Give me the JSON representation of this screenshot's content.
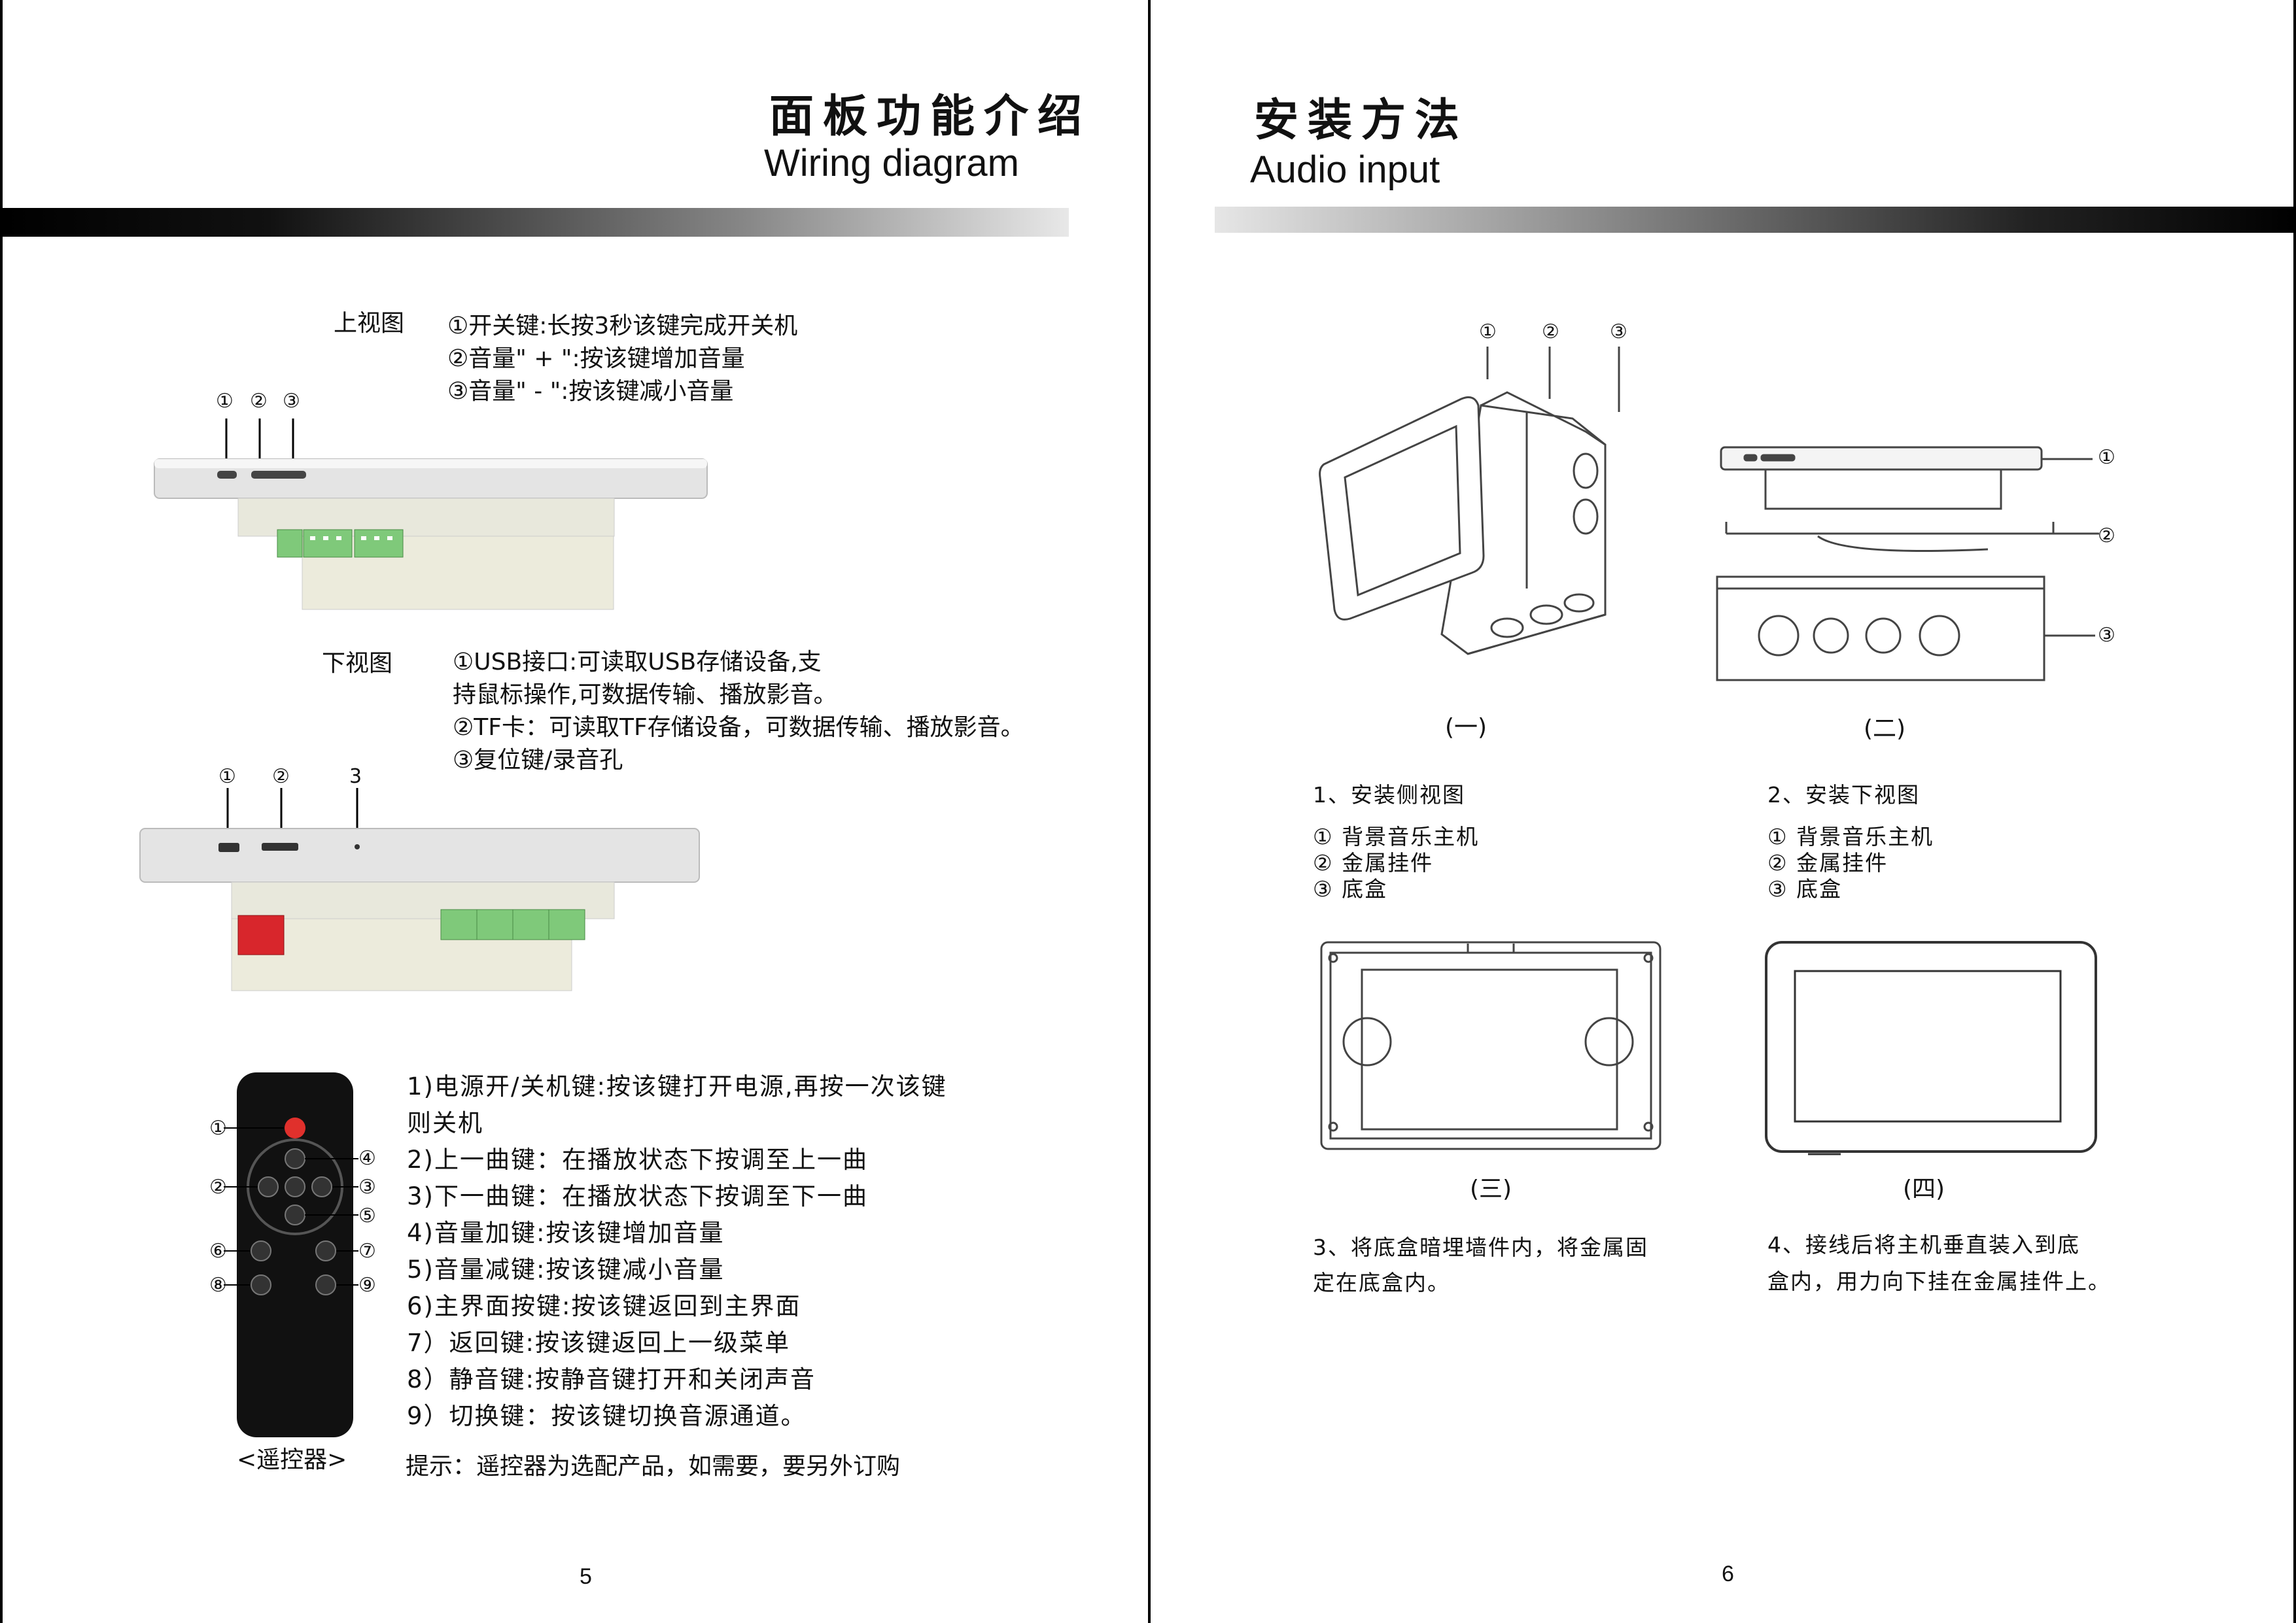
{
  "left": {
    "title_cn": "面板功能介绍",
    "title_en": "Wiring diagram",
    "top_view": {
      "label": "上视图",
      "callouts": [
        "①",
        "②",
        "③"
      ],
      "lines": [
        "①开关键:长按3秒该键完成开关机",
        "②音量\" + \":按该键增加音量",
        "③音量\" - \":按该键减小音量"
      ]
    },
    "bottom_view": {
      "label": "下视图",
      "callouts": [
        "①",
        "②",
        "3"
      ],
      "lines": [
        "①USB接口:可读取USB存储设备,支",
        "持鼠标操作,可数据传输、播放影音。",
        "②TF卡：可读取TF存储设备，可数据传输、播放影音。",
        "③复位键/录音孔"
      ]
    },
    "remote": {
      "caption": "<遥控器>",
      "callouts": [
        "①",
        "②",
        "④",
        "③",
        "⑤",
        "⑥",
        "⑦",
        "⑧",
        "⑨"
      ],
      "lines": [
        "1)电源开/关机键:按该键打开电源,再按一次该键",
        "则关机",
        "2)上一曲键：在播放状态下按调至上一曲",
        "3)下一曲键：在播放状态下按调至下一曲",
        "4)音量加键:按该键增加音量",
        "5)音量减键:按该键减小音量",
        "6)主界面按键:按该键返回到主界面",
        "7）返回键:按该键返回上一级菜单",
        "8）静音键:按静音键打开和关闭声音",
        "9）切换键：按该键切换音源通道。"
      ],
      "note": "提示：遥控器为选配产品，如需要，要另外订购"
    },
    "page_number": "5"
  },
  "right": {
    "title_cn": "安装方法",
    "title_en": "Audio input",
    "fig1": {
      "callouts": [
        "①",
        "②",
        "③"
      ],
      "caption": "(一)",
      "heading": "1、安装侧视图",
      "items": [
        "① 背景音乐主机",
        "② 金属挂件",
        "③ 底盒"
      ]
    },
    "fig2": {
      "callouts": [
        "①",
        "②",
        "③"
      ],
      "caption": "(二)",
      "heading": "2、安装下视图",
      "items": [
        "① 背景音乐主机",
        "② 金属挂件",
        "③ 底盒"
      ]
    },
    "fig3": {
      "caption": "(三)",
      "lines": [
        "3、将底盒暗埋墙件内，将金属固",
        "定在底盒内。"
      ]
    },
    "fig4": {
      "caption": "(四)",
      "lines": [
        "4、接线后将主机垂直装入到底",
        "盒内，用力向下挂在金属挂件上。"
      ]
    },
    "page_number": "6"
  },
  "colors": {
    "terminal_green": "#7fc97a",
    "speaker_red": "#d8262c",
    "power_red": "#e0302c",
    "panel_silver": "#e4e4e4",
    "box_beige": "#ecebdc"
  }
}
